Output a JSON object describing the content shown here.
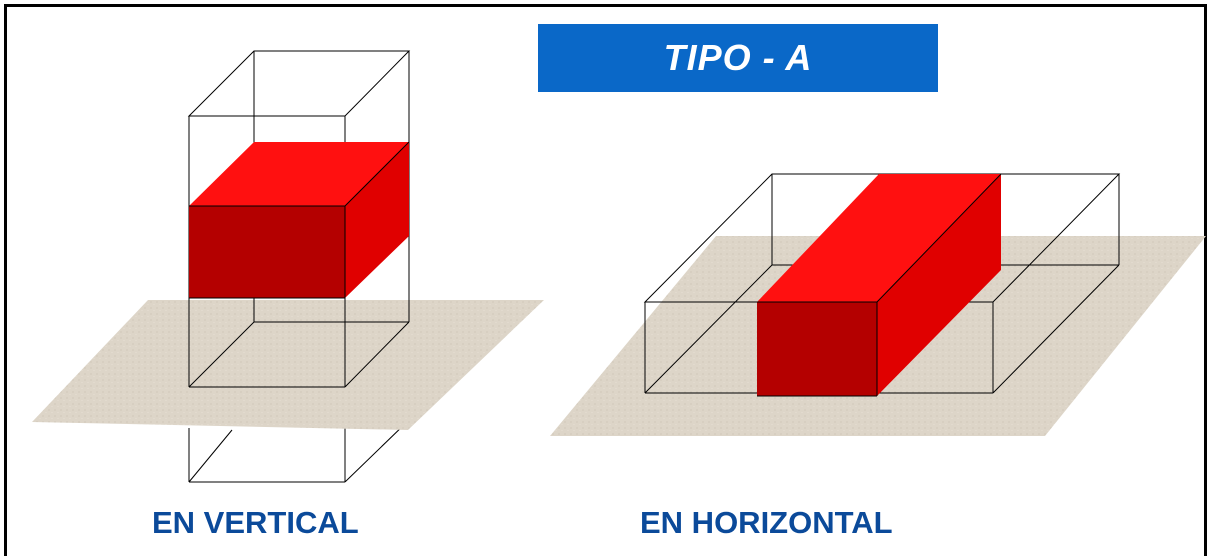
{
  "title": "TIPO - A",
  "captions": {
    "vertical": "EN VERTICAL",
    "horizontal": "EN HORIZONTAL"
  },
  "colors": {
    "title_bg": "#0a68c8",
    "title_text": "#ffffff",
    "caption_text": "#0b4a9a",
    "plane": "#ddd5c8",
    "red_top": "#ff1010",
    "red_front": "#b40000",
    "red_side": "#e00000",
    "outline": "#000000"
  }
}
